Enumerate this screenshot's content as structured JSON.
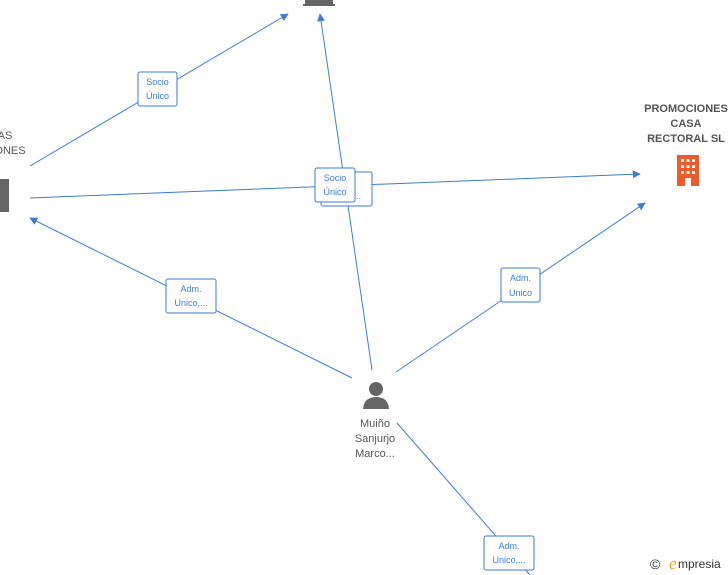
{
  "nodes": {
    "company_left": {
      "label_lines": [
        "AS",
        "ONES"
      ]
    },
    "company_top": {
      "label_lines": []
    },
    "company_right": {
      "label_lines": [
        "PROMOCIONES",
        "CASA",
        "RECTORAL  SL"
      ]
    },
    "person": {
      "label_lines": [
        "Muiño",
        "Sanjurjo",
        "Marco..."
      ]
    }
  },
  "relations": [
    {
      "id": "socio-unico-top",
      "lines": [
        "Socio",
        "Único"
      ]
    },
    {
      "id": "socio-unico-center",
      "lines": [
        "Socio",
        "Único"
      ]
    },
    {
      "id": "adm-behind",
      "lines": [
        "",
        "...."
      ]
    },
    {
      "id": "adm-unico-left",
      "lines": [
        "Adm.",
        "Unico,..."
      ]
    },
    {
      "id": "adm-unico-right",
      "lines": [
        "Adm.",
        "Unico"
      ]
    },
    {
      "id": "adm-unico-bottom",
      "lines": [
        "Adm.",
        "Unico,..."
      ]
    }
  ],
  "brand": {
    "copyright_symbol": "©",
    "initial": "e",
    "rest": "mpresia"
  },
  "colors": {
    "edge": "#3b7dd8",
    "node_gray": "#666666",
    "focus_company": "#f05a28",
    "label": "#555555"
  }
}
